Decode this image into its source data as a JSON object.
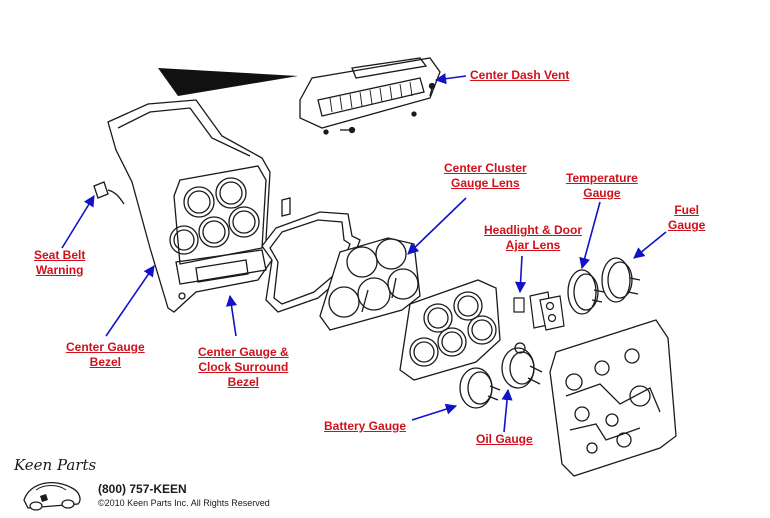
{
  "colors": {
    "label": "#d0111b",
    "arrow": "#1212c8",
    "line": "#1a1a1a"
  },
  "labels": {
    "center_dash_vent": "Center Dash Vent",
    "center_cluster_lens": [
      "Center Cluster",
      "Gauge Lens"
    ],
    "temperature_gauge": [
      "Temperature",
      "Gauge"
    ],
    "fuel_gauge": [
      "Fuel",
      "Gauge"
    ],
    "headlight_door_lens": [
      "Headlight & Door",
      "Ajar Lens"
    ],
    "seat_belt_warning": [
      "Seat Belt",
      "Warning"
    ],
    "center_gauge_bezel": [
      "Center Gauge",
      "Bezel"
    ],
    "clock_surround_bezel": [
      "Center Gauge &",
      "Clock Surround",
      "Bezel"
    ],
    "battery_gauge": "Battery Gauge",
    "oil_gauge": "Oil Gauge"
  },
  "footer": {
    "logo_script": "Keen Parts",
    "phone": "(800) 757-KEEN",
    "copyright": "©2010 Keen Parts Inc. All Rights Reserved"
  }
}
